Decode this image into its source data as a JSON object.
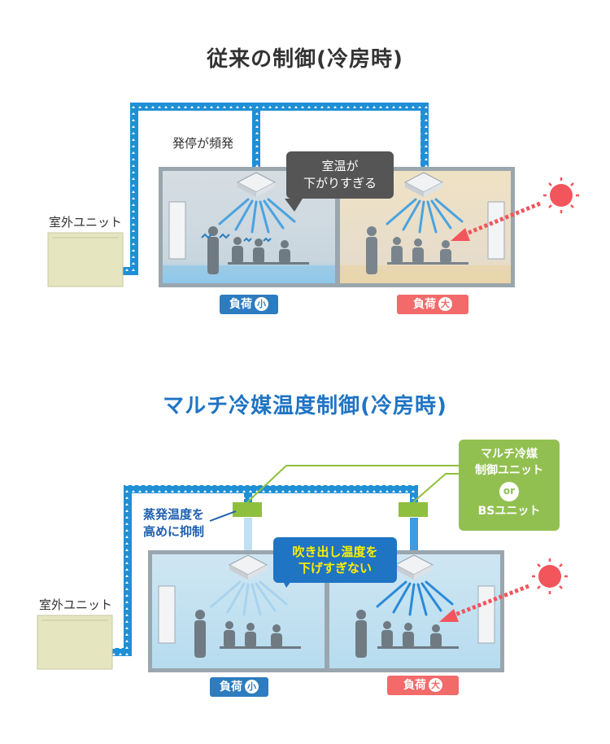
{
  "top": {
    "title": "従来の制御(冷房時)",
    "outdoor_unit_label": "室外ユニット",
    "frequent_stop_label": "発停が頻発",
    "bubble_line1": "室温が",
    "bubble_line2": "下がりすぎる",
    "load_small_label": "負荷",
    "load_small_char": "小",
    "load_large_label": "負荷",
    "load_large_char": "大"
  },
  "bottom": {
    "title": "マルチ冷媒温度制御(冷房時)",
    "outdoor_unit_label": "室外ユニット",
    "evap_line1": "蒸発温度を",
    "evap_line2": "高めに抑制",
    "bubble_line1": "吹き出し温度を",
    "bubble_line2": "下げすぎない",
    "controller_line1": "マルチ冷媒",
    "controller_line2": "制御ユニット",
    "controller_or": "or",
    "controller_line3": "BSユニット",
    "load_small_label": "負荷",
    "load_small_char": "小",
    "load_large_label": "負荷",
    "load_large_char": "大"
  },
  "colors": {
    "pipe": "#1f8fd6",
    "title_top": "#333333",
    "title_bottom": "#1f74c4",
    "badge_small": "#2d7cbf",
    "badge_large": "#f26a6a",
    "sun": "#f2555b",
    "green": "#92c050"
  }
}
